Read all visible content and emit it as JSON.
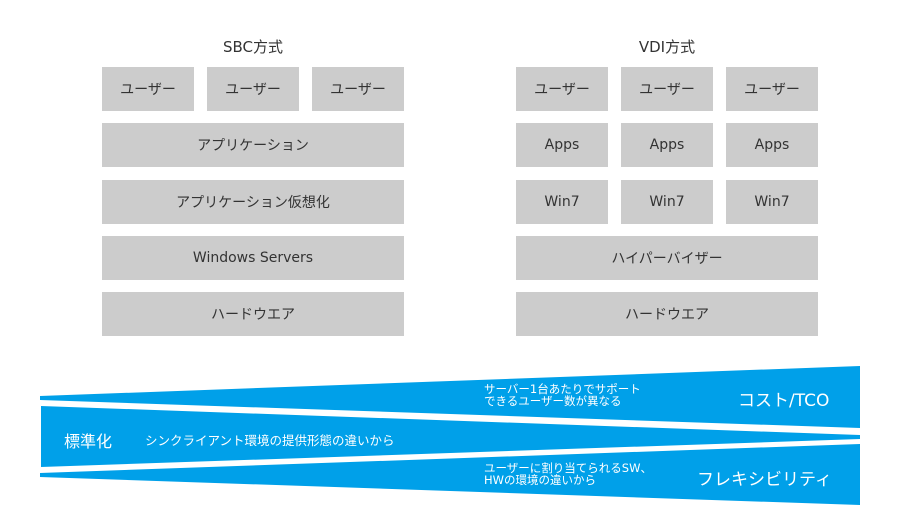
{
  "sbc": {
    "title": "SBC方式",
    "users": [
      "ユーザー",
      "ユーザー",
      "ユーザー"
    ],
    "layers": [
      "アプリケーション",
      "アプリケーション仮想化",
      "Windows Servers",
      "ハードウエア"
    ]
  },
  "vdi": {
    "title": "VDI方式",
    "users": [
      "ユーザー",
      "ユーザー",
      "ユーザー"
    ],
    "apps": [
      "Apps",
      "Apps",
      "Apps"
    ],
    "os": [
      "Win7",
      "Win7",
      "Win7"
    ],
    "layers": [
      "ハイパーバイザー",
      "ハードウエア"
    ]
  },
  "bands": {
    "color": "#00a0e9",
    "top": {
      "label": "コスト/TCO",
      "note_line1": "サーバー1台あたりでサポート",
      "note_line2": "できるユーザー数が異なる"
    },
    "middle": {
      "label": "標準化",
      "note": "シンクライアント環境の提供形態の違いから"
    },
    "bottom": {
      "label": "フレキシビリティ",
      "note_line1": "ユーザーに割り当てられるSW、",
      "note_line2": "HWの環境の違いから"
    }
  }
}
